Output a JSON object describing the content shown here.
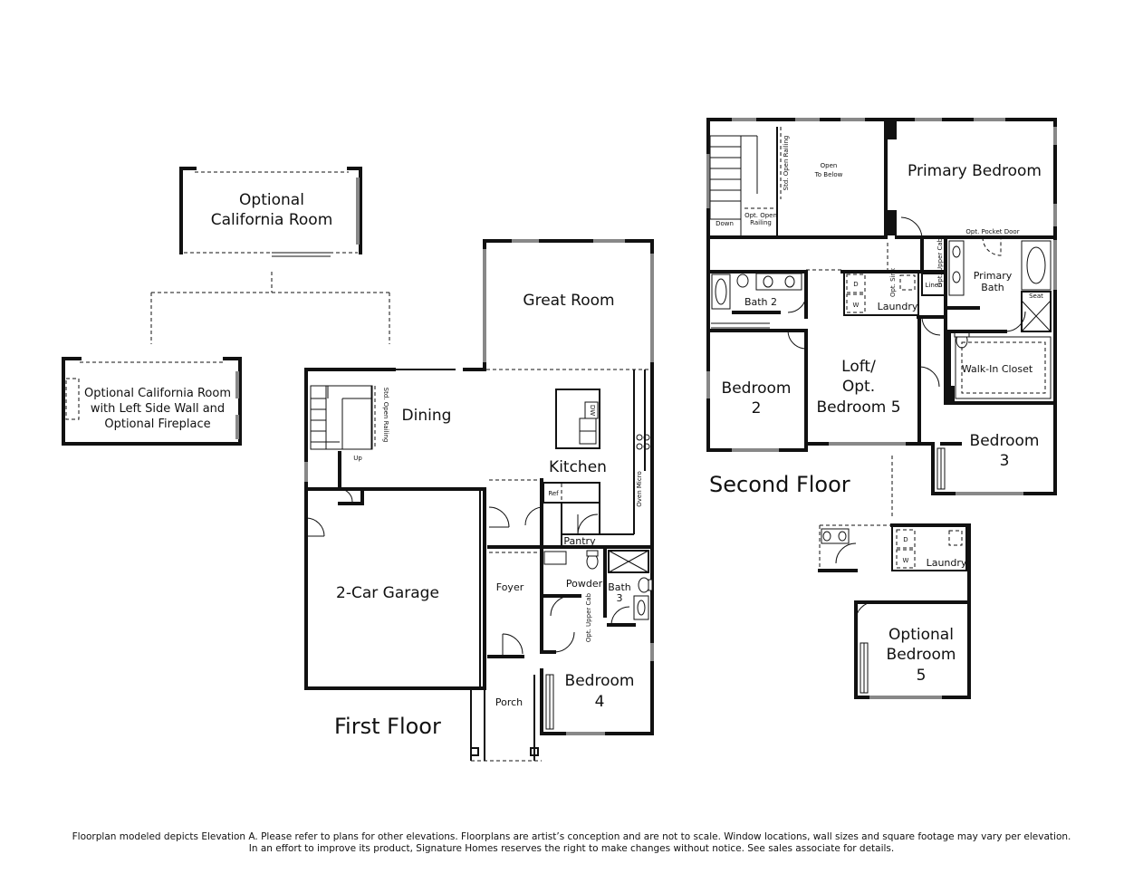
{
  "first_floor": {
    "title": "First Floor",
    "rooms": {
      "great_room": "Great Room",
      "dining": "Dining",
      "kitchen": "Kitchen",
      "garage": "2-Car Garage",
      "foyer": "Foyer",
      "porch": "Porch",
      "powder": "Powder",
      "pantry": "Pantry",
      "bath3": [
        "Bath",
        "3"
      ],
      "bedroom4": [
        "Bedroom",
        "4"
      ]
    },
    "notes": {
      "std_open_railing": "Std. Open Railing",
      "up": "Up",
      "dw": "DW",
      "ref": "Ref",
      "oven_micro": "Oven Micro",
      "opt_upper_cab": "Opt. Upper Cab"
    }
  },
  "california_room": [
    "Optional",
    "California Room"
  ],
  "california_room_alt": [
    "Optional California Room",
    "with Left Side Wall and",
    "Optional Fireplace"
  ],
  "second_floor": {
    "title": "Second Floor",
    "rooms": {
      "primary_bedroom": "Primary Bedroom",
      "primary_bath": [
        "Primary",
        "Bath"
      ],
      "walk_in_closet": "Walk-In Closet",
      "bath2": "Bath 2",
      "laundry": "Laundry",
      "linen": "Linen",
      "bedroom2": [
        "Bedroom",
        "2"
      ],
      "loft": [
        "Loft/",
        "Opt.",
        "Bedroom 5"
      ],
      "bedroom3": [
        "Bedroom",
        "3"
      ],
      "seat": "Seat"
    },
    "notes": {
      "open_to_below": [
        "Open",
        "To Below"
      ],
      "std_open_railing": "Std. Open Railing",
      "opt_open_railing": [
        "Opt. Open",
        "Railing"
      ],
      "down": "Down",
      "opt_pocket_door": "Opt. Pocket Door",
      "opt_upper_cab": "Opt. Upper Cab",
      "opt_sink": "Opt. Sink",
      "d": "D",
      "w": "W"
    }
  },
  "optional_bedroom5": {
    "title": [
      "Optional",
      "Bedroom",
      "5"
    ],
    "laundry": "Laundry",
    "d": "D",
    "w": "W"
  },
  "disclaimer": {
    "line1": "Floorplan modeled depicts Elevation A. Please refer to plans for other elevations. Floorplans are artist’s conception and are not to scale. Window locations, wall sizes and square footage may vary per elevation.",
    "line2": "In an effort to improve its product, Signature Homes reserves the right to make changes without notice. See sales associate for details."
  }
}
